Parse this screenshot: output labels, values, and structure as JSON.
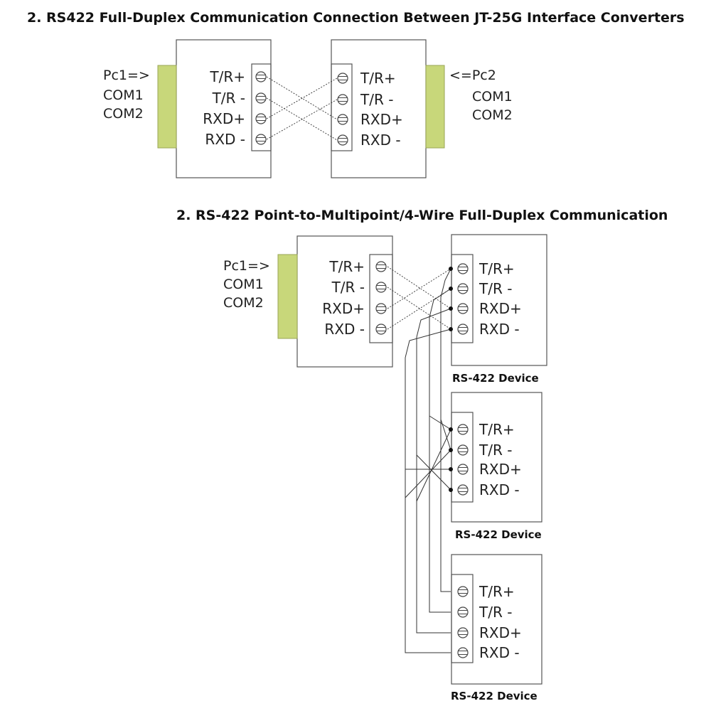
{
  "titles": {
    "section1": "2. RS422 Full-Duplex Communication Connection Between JT-25G Interface Converters",
    "section2": "2. RS-422 Point-to-Multipoint/4-Wire Full-Duplex Communication"
  },
  "pins": [
    "T/R+",
    "T/R -",
    "RXD+",
    "RXD -"
  ],
  "hosts": {
    "pc1_label": "Pc1=>",
    "pc2_label": "<=Pc2",
    "com1": "COM1",
    "com2": "COM2"
  },
  "devices": {
    "caption": "RS-422 Device"
  },
  "colors": {
    "connector": "#c8d77a",
    "line": "#333333",
    "box": "#555555"
  }
}
